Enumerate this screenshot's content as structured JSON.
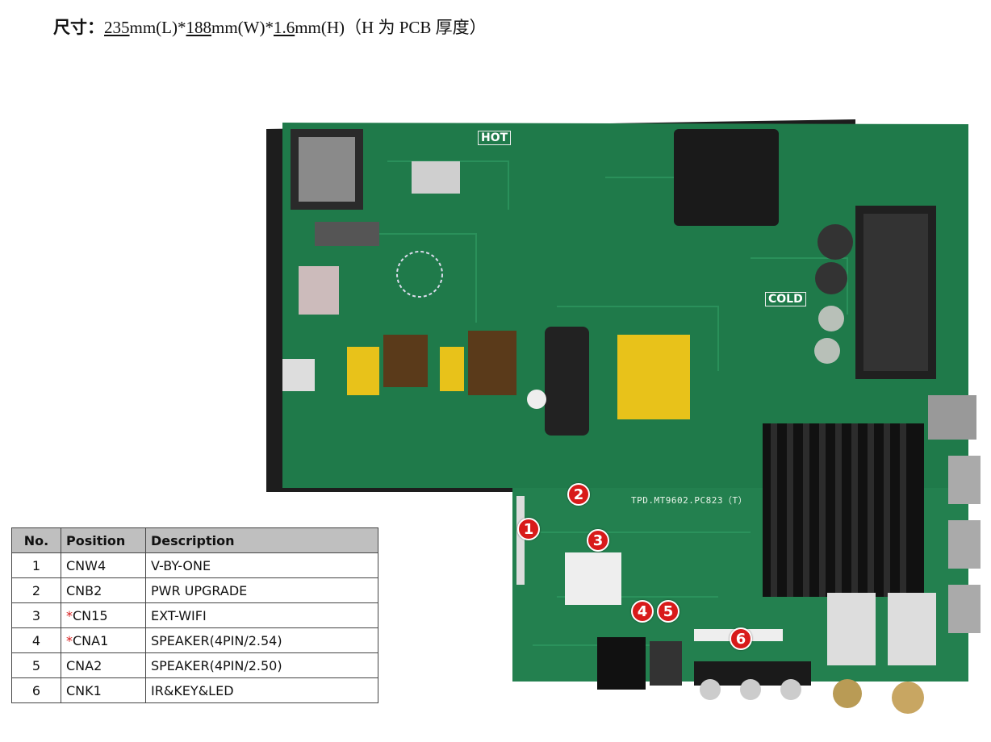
{
  "header": {
    "label": "尺寸：",
    "length": "235",
    "length_unit": "mm(L)*",
    "width": "188",
    "width_unit": "mm(W)*",
    "height": "1.6",
    "height_unit": "mm(H)",
    "note": "（H 为 PCB 厚度）"
  },
  "board": {
    "hot_label": "HOT",
    "cold_label": "COLD",
    "model_label": "TPD.MT9602.PC823（T）",
    "markers": [
      "1",
      "2",
      "3",
      "4",
      "5",
      "6"
    ]
  },
  "table": {
    "headers": [
      "No.",
      "Position",
      "Description"
    ],
    "rows": [
      {
        "no": "1",
        "star": "",
        "position": "CNW4",
        "description": "V-BY-ONE"
      },
      {
        "no": "2",
        "star": "",
        "position": "CNB2",
        "description": "PWR UPGRADE"
      },
      {
        "no": "3",
        "star": "*",
        "position": "CN15",
        "description": "EXT-WIFI"
      },
      {
        "no": "4",
        "star": "*",
        "position": "CNA1",
        "description": "SPEAKER(4PIN/2.54)"
      },
      {
        "no": "5",
        "star": "",
        "position": "CNA2",
        "description": "SPEAKER(4PIN/2.50)"
      },
      {
        "no": "6",
        "star": "",
        "position": "CNK1",
        "description": "IR&KEY&LED"
      }
    ]
  },
  "colors": {
    "pcb_green": "#1f7a4a",
    "marker_red": "#d81a1a",
    "header_gray": "#bfbfbf"
  }
}
